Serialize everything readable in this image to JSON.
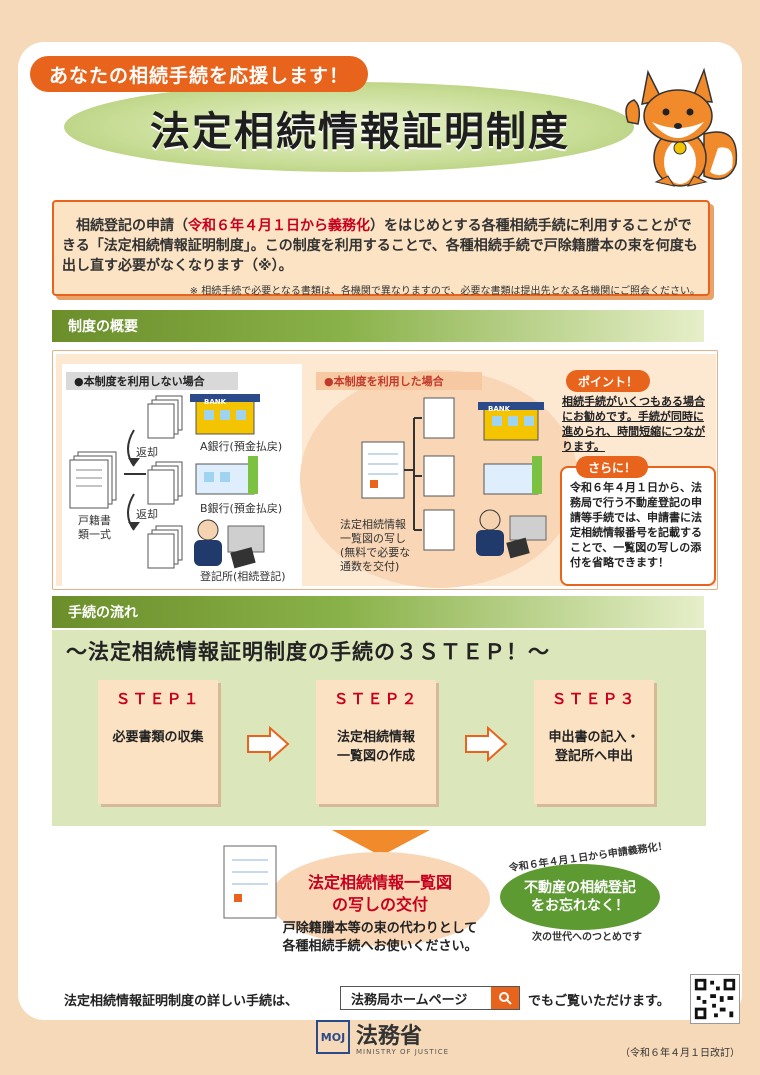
{
  "header": {
    "ribbon": "あなたの相続手続を応援します！",
    "title": "法定相続情報証明制度"
  },
  "intro": {
    "text_before": "　相続登記の申請（",
    "text_red": "令和６年４月１日から義務化",
    "text_after": "）をはじめとする各種相続手続に利用することができる「法定相続情報証明制度」。この制度を利用することで、各種相続手続で戸除籍謄本の束を何度も出し直す必要がなくなります（※）。",
    "note": "※ 相続手続で必要となる書類は、各機関で異なりますので、必要な書類は提出先となる各機関にご照会ください。"
  },
  "overview": {
    "section_label": "制度の概要",
    "without_label": "●本制度を利用しない場合",
    "with_label": "●本制度を利用した場合",
    "bank_sign": "BANK",
    "return1": "返却",
    "return2": "返却",
    "bank_a": "A銀行(預金払戻)",
    "bank_b": "B銀行(預金払戻)",
    "registry": "登記所(相続登記)",
    "koseki": "戸籍書\n類一式",
    "list_copy": "法定相続情報\n一覧図の写し\n(無料で必要な\n通数を交付)",
    "point_pill": "ポイント！",
    "point_text": "相続手続がいくつもある場合にお勧めです。手続が同時に進められ、時間短縮につながります。",
    "more_pill": "さらに！",
    "more_text": "令和６年４月１日から、法務局で行う不動産登記の申請等手続では、申請書に法定相続情報番号を記載することで、一覧図の写しの添付を省略できます！"
  },
  "flow": {
    "section_label": "手続の流れ",
    "title": "～法定相続情報証明制度の手続の３ＳＴＥＰ！～",
    "steps": [
      {
        "label": "ＳＴＥＰ１",
        "body": "必要書類の収集"
      },
      {
        "label": "ＳＴＥＰ２",
        "body": "法定相続情報\n一覧図の作成"
      },
      {
        "label": "ＳＴＥＰ３",
        "body": "申出書の記入・\n登記所へ申出"
      }
    ],
    "result_title": "法定相続情報一覧図\nの写しの交付",
    "result_sub": "戸除籍謄本等の束の代わりとして\n各種相続手続へお使いください。",
    "bubble_top": "令和６年４月１日から申請義務化！",
    "bubble_main": "不動産の相続登記\nをお忘れなく！",
    "bubble_bottom": "次の世代へのつとめです"
  },
  "footer": {
    "before": "法定相続情報証明制度の詳しい手続は、",
    "button": "法務局ホームページ",
    "after": "でもご覧いただけます。",
    "ministry_name": "法務省",
    "ministry_en": "MINISTRY OF JUSTICE",
    "ministry_logo": "MOJ",
    "revised": "（令和６年４月１日改訂）"
  },
  "colors": {
    "accent": "#e8631b",
    "green": "#6b8e2a",
    "red": "#c8001e"
  },
  "icons": [
    "fox-mascot-icon",
    "bank-icon",
    "document-stack-icon",
    "person-icon",
    "arrow-right-icon",
    "search-icon",
    "qr-code-icon"
  ]
}
